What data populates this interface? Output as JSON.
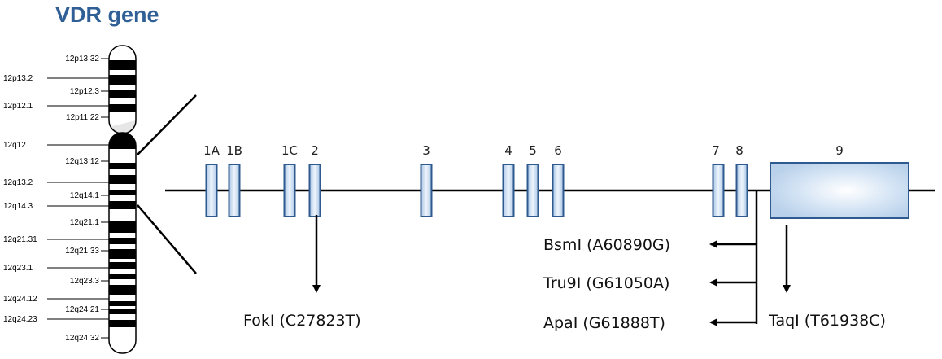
{
  "title": "VDR gene",
  "chromosome": {
    "bands_left": [
      "12p13.2",
      "12p12.1",
      "12q12",
      "12q13.2",
      "12q14.3",
      "12q21.31",
      "12q23.1",
      "12q24.12",
      "12q24.23"
    ],
    "bands_right": [
      "12p13.32",
      "12p12.3",
      "12p11.22",
      "12q13.12",
      "12q14.1",
      "12q21.1",
      "12q21.33",
      "12q23.3",
      "12q24.21",
      "12q24.32"
    ]
  },
  "gene": {
    "exons": [
      "1A",
      "1B",
      "1C",
      "2",
      "3",
      "4",
      "5",
      "6",
      "7",
      "8",
      "9"
    ]
  },
  "polymorphisms": {
    "fokI": "FokI (C27823T)",
    "bsmI": "BsmI (A60890G)",
    "tru9I": "Tru9I (G61050A)",
    "apaI": "ApaI (G61888T)",
    "taqI": "TaqI (T61938C)"
  },
  "colors": {
    "title": "#2f5f95",
    "exon_border": "#2f5a8f",
    "exon_fill": "#d6e6f6"
  }
}
